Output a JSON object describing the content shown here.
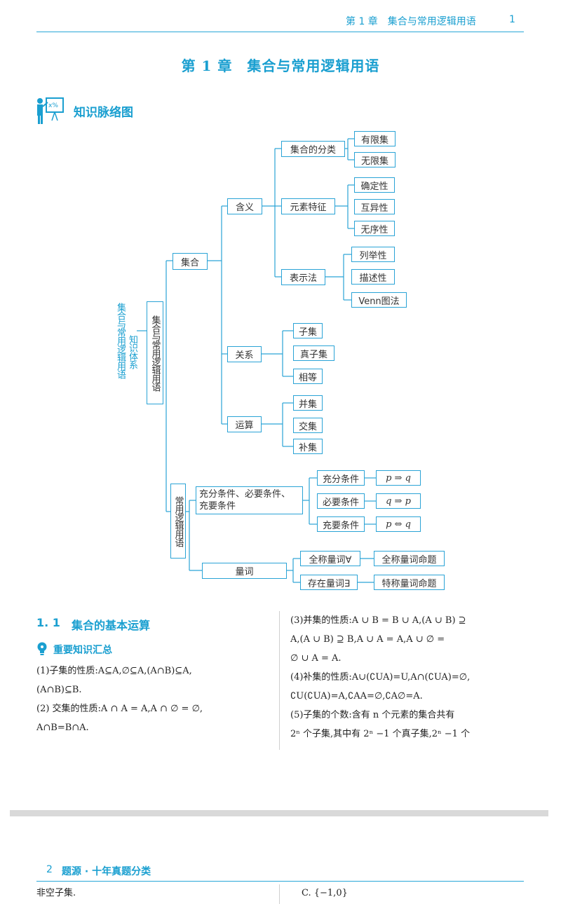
{
  "header": {
    "running_title": "第 1 章　集合与常用逻辑用语",
    "page_number": "1"
  },
  "chapter_title": "第 1 章　集合与常用逻辑用语",
  "section_map": {
    "title": "知识脉络图",
    "icon": "teacher-board-icon"
  },
  "mindmap": {
    "root_label": "集合与常用逻辑用语",
    "system_label": "知识体系",
    "branch1": "集合与常用逻辑用语",
    "set": "集合",
    "meaning": "含义",
    "classification": "集合的分类",
    "finite": "有限集",
    "infinite": "无限集",
    "element_features": "元素特征",
    "definite": "确定性",
    "distinct": "互异性",
    "unordered": "无序性",
    "representation": "表示法",
    "listing": "列举性",
    "description": "描述性",
    "venn": "Venn图法",
    "relation": "关系",
    "subset": "子集",
    "proper_subset": "真子集",
    "equal": "相等",
    "operation": "运算",
    "union": "并集",
    "intersection": "交集",
    "complement": "补集",
    "logic": "常用逻辑用语",
    "conditions_line1": "充分条件、必要条件、",
    "conditions_line2": "充要条件",
    "sufficient": "充分条件",
    "p_implies_q": "p ⇒ q",
    "necessary": "必要条件",
    "q_implies_p": "q ⇒ p",
    "iff_cond": "充要条件",
    "p_iff_q": "p ⇔ q",
    "quantifier": "量词",
    "universal": "全称量词∀",
    "universal_prop": "全称量词命题",
    "existential": "存在量词∃",
    "existential_prop": "特称量词命题"
  },
  "section_1_1": {
    "number": "1. 1",
    "title": "集合的基本运算",
    "summary_title": "重要知识汇总",
    "left_lines": [
      "(1)子集的性质:A⊆A,∅⊆A,(A∩B)⊆A,",
      "(A∩B)⊆B.",
      "(2) 交集的性质:A ∩ A = A,A ∩ ∅ = ∅,",
      "A∩B=B∩A."
    ],
    "right_lines": [
      "(3)并集的性质:A ∪ B = B ∪ A,(A ∪ B) ⊇",
      "A,(A ∪ B) ⊇ B,A ∪ A = A,A ∪ ∅ =",
      "∅ ∪ A = A.",
      "(4)补集的性质:A∪(∁UA)=U,A∩(∁UA)=∅,",
      "∁U(∁UA)=A,∁AA=∅,∁A∅=A.",
      "(5)子集的个数:含有 n 个元素的集合共有",
      "2ⁿ 个子集,其中有 2ⁿ −1 个真子集,2ⁿ −1 个"
    ]
  },
  "footer_page": {
    "page_number": "2",
    "running_title": "题源 · 十年真题分类",
    "left_text": "非空子集.",
    "right_text": "C. {−1,0}"
  },
  "colors": {
    "accent": "#1a9fd0",
    "line": "#2aa3d6",
    "band": "#d9d9d9"
  }
}
